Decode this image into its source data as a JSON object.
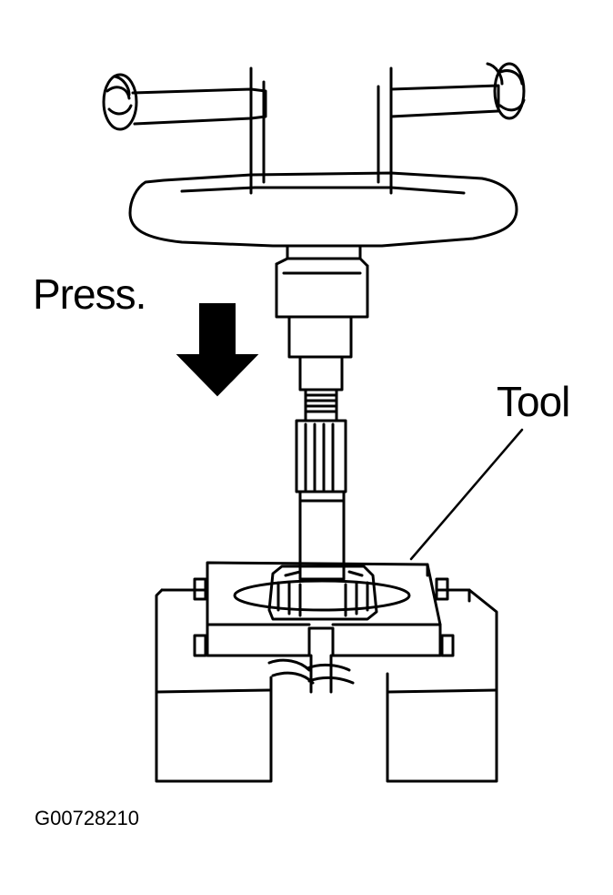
{
  "figure": {
    "press_label": "Press.",
    "tool_label": "Tool",
    "figure_id": "G00728210"
  },
  "colors": {
    "ink": "#000000",
    "paper": "#ffffff"
  }
}
